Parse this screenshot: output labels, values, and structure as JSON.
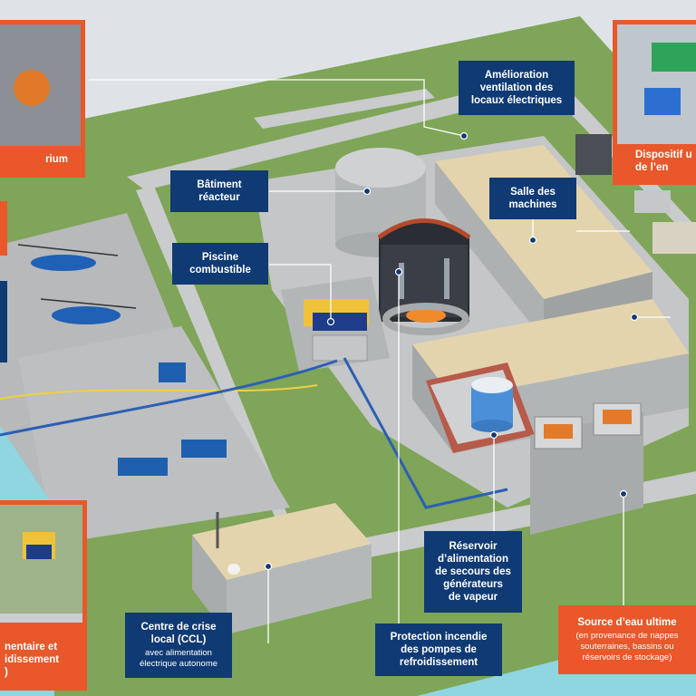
{
  "labels": {
    "amelioration": "Amélioration\nventilation des\nlocaux électriques",
    "batiment_reacteur": "Bâtiment\nréacteur",
    "salle_machines": "Salle des\nmachines",
    "piscine": "Piscine\ncombustible",
    "reservoir": "Réservoir\nd’alimentation\nde secours des\ngénérateurs\nde vapeur",
    "protection": "Protection incendie\ndes pompes de\nrefroidissement",
    "ccl_title": "Centre de crise\nlocal (CCL)",
    "ccl_sub": "avec alimentation\nélectrique autonome",
    "source_title": "Source d’eau ultime",
    "source_sub": "(en provenance de nappes\nsouterraines, bassins ou\nréservoirs de stockage)"
  },
  "cropped": {
    "top_left": "rium",
    "top_right": "Dispositif u\nde l’en",
    "bottom_left": "nentaire et\nidissement\n)"
  },
  "colors": {
    "label_bg": "#103a73",
    "accent": "#e8582a",
    "grass": "#7fa558",
    "concrete": "#b9bcbd",
    "water": "#8fd6e0"
  }
}
